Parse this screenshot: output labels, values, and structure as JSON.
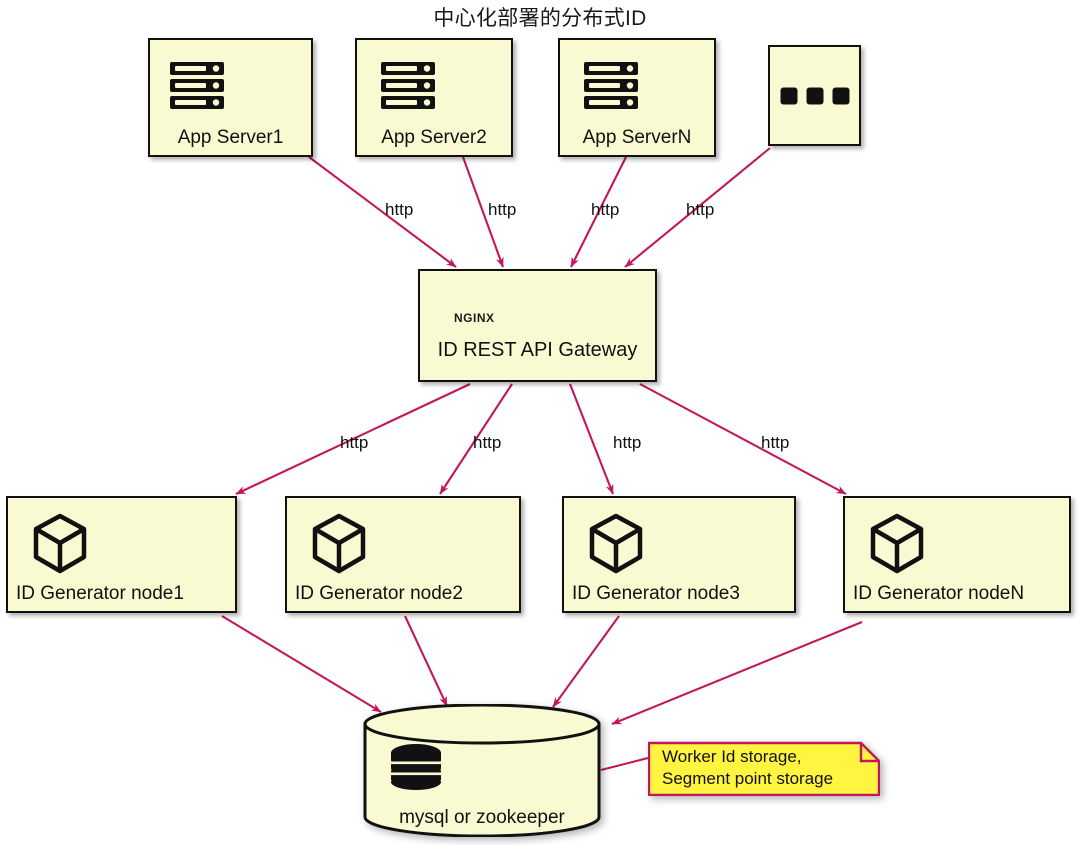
{
  "diagram": {
    "title": "中心化部署的分布式ID",
    "colors": {
      "node_fill": "#FAFAD2",
      "node_stroke": "#111111",
      "edge": "#C2185B",
      "note_fill": "#FFF43F",
      "note_stroke": "#C2185B",
      "background": "#FFFFFF"
    },
    "app_servers": [
      {
        "label": "App Server1",
        "icon": "server-rack-icon"
      },
      {
        "label": "App Server2",
        "icon": "server-rack-icon"
      },
      {
        "label": "App ServerN",
        "icon": "server-rack-icon"
      },
      {
        "label": "",
        "icon": "ellipsis-icon"
      }
    ],
    "gateway": {
      "logo_text": "NGINX",
      "label": "ID REST API Gateway",
      "icon": "nginx-logo-icon"
    },
    "generators": [
      {
        "label": "ID Generator node1",
        "icon": "cube-icon"
      },
      {
        "label": "ID Generator node2",
        "icon": "cube-icon"
      },
      {
        "label": "ID Generator node3",
        "icon": "cube-icon"
      },
      {
        "label": "ID Generator nodeN",
        "icon": "cube-icon"
      }
    ],
    "datastore": {
      "label": "mysql or zookeeper",
      "icon": "database-stack-icon"
    },
    "note": {
      "line1": "Worker Id storage,",
      "line2": "Segment point storage"
    },
    "edge_labels_top": [
      "http",
      "http",
      "http",
      "http"
    ],
    "edge_labels_mid": [
      "http",
      "http",
      "http",
      "http"
    ]
  }
}
